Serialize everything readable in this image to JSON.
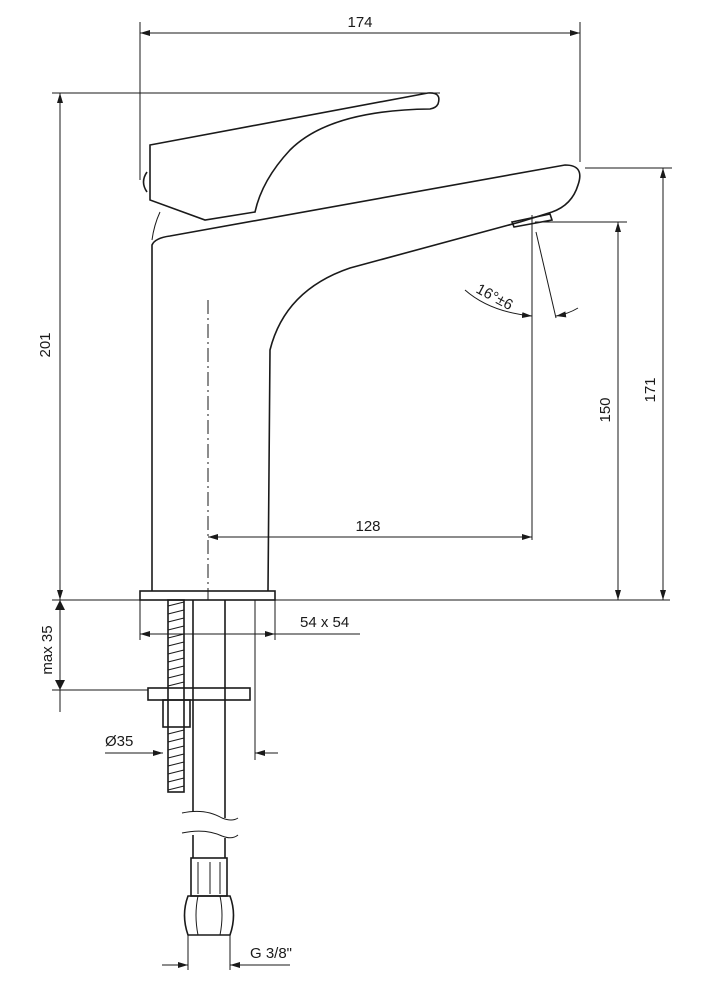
{
  "drawing": {
    "dimensions": {
      "overall_width": "174",
      "overall_height": "201",
      "spout_height": "171",
      "outlet_height": "150",
      "spout_reach": "128",
      "outlet_angle": "16°±6",
      "base_size": "54 x 54",
      "max_counter_thickness": "max 35",
      "hole_diameter": "Ø35",
      "connection_thread": "G 3/8\""
    }
  }
}
